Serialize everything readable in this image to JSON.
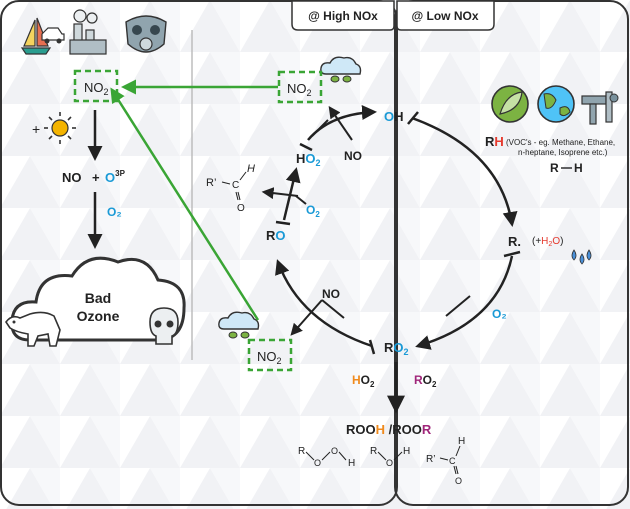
{
  "panels": {
    "high_nox": "@ High NOx",
    "low_nox": "@ Low NOx"
  },
  "left": {
    "no2_main": "NO",
    "no2_sub": "2",
    "plus_sun": "+",
    "no": "NO",
    "plus": "+",
    "o_atom": "O",
    "o_sup": "3P",
    "o2": "O₂",
    "cloud_text_1": "Bad",
    "cloud_text_2": "Ozone"
  },
  "cycle": {
    "no2_top": "NO",
    "no2_top_sub": "2",
    "no2_bottom": "NO",
    "no2_bottom_sub": "2",
    "oh_o": "O",
    "oh_h": "H",
    "ho2_h": "H",
    "ho2_o": "O",
    "ho2_sub": "2",
    "no_right_of_ho2": "NO",
    "o2_left": "O",
    "o2_left_sub": "2",
    "ro_r": "R",
    "ro_o": "O",
    "aldehyde_r": "R’",
    "aldehyde_c": "C",
    "aldehyde_h": "H",
    "aldehyde_o": "O",
    "no_bottom": "NO",
    "ro2_r": "R",
    "ro2_o": "O",
    "ro2_sub": "2",
    "o2_right": "O₂",
    "r_radical": "R.",
    "h2o_open": "(+",
    "h2o_h": "H",
    "h2o_sub": "2",
    "h2o_o": "O",
    "h2o_close": ")",
    "rh_r": "R",
    "rh_h": "H",
    "rh_note_1": "(VOC's - eg. Methane, Ethane,",
    "rh_note_2": "n-heptane, Isoprene etc.)",
    "rh_bond_r": "R",
    "rh_bond_h": "H"
  },
  "products": {
    "ho2_h": "H",
    "ho2_o": "O",
    "ho2_sub": "2",
    "ro2_r": "R",
    "ro2_o": "O",
    "ro2_sub": "2",
    "rooh_a": "ROO",
    "rooh_h": "H",
    "rooh_sep": " /ROO",
    "rooh_r": "R",
    "s1_r": "R",
    "s1_o1": "O",
    "s1_o2": "O",
    "s1_h": "H",
    "s2_r": "R",
    "s2_o": "O",
    "s2_h": "H",
    "s3_r": "R’",
    "s3_c": "C",
    "s3_h": "H",
    "s3_o": "O"
  },
  "colors": {
    "blue": "#1a9ad6",
    "orange": "#f08a1c",
    "red": "#e63a2e",
    "purple": "#a0267a",
    "green": "#3aa535",
    "dark": "#222222",
    "panel_border": "#333333"
  },
  "icons": [
    "sailboat-icon",
    "car-icon",
    "factory-icon",
    "gas-mask-icon",
    "sun-icon",
    "cloud-rain-icon",
    "leaf-icon",
    "earth-icon",
    "oil-pump-icon",
    "water-drops-icon",
    "polar-bear-icon",
    "skull-icon",
    "bad-ozone-cloud"
  ]
}
